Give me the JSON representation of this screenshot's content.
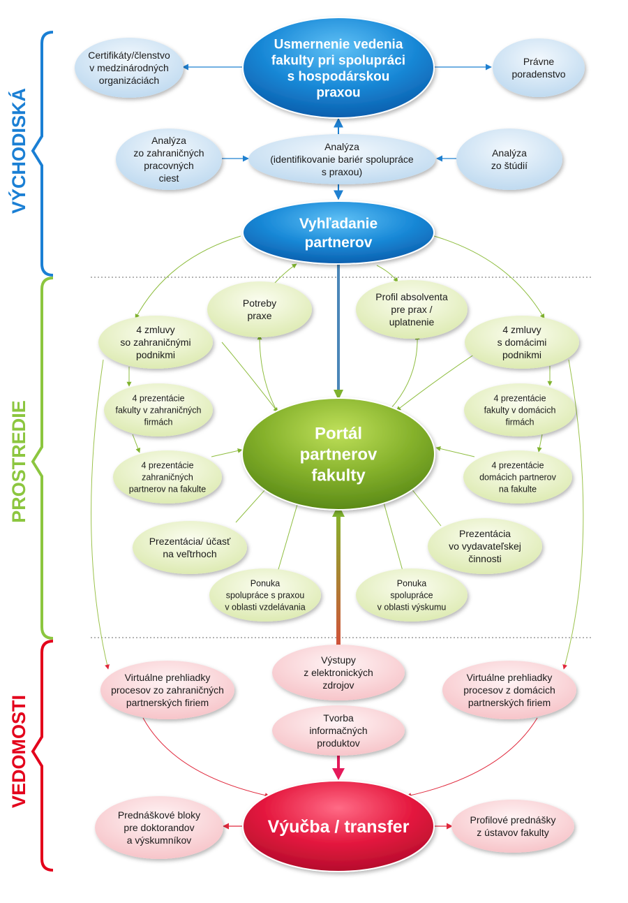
{
  "sections": {
    "vychodiska": {
      "label": "VÝCHODISKÁ",
      "color": "#1a7fd4"
    },
    "prostredie": {
      "label": "PROSTREDIE",
      "color": "#8cc63f"
    },
    "vedomosti": {
      "label": "VEDOMOSTI",
      "color": "#e3001b"
    }
  },
  "nodes": {
    "usmernenie": {
      "lines": [
        "Usmernenie vedenia",
        "fakulty pri spolupráci",
        "s hospodárskou",
        "praxou"
      ]
    },
    "certifikaty": {
      "lines": [
        "Certifikáty/členstvo",
        "v medzinárodných",
        "organizáciách"
      ]
    },
    "pravne": {
      "lines": [
        "Právne",
        "poradenstvo"
      ]
    },
    "analyza_zahr": {
      "lines": [
        "Analýza",
        "zo zahraničných",
        "pracovných",
        "ciest"
      ]
    },
    "analyza_bari": {
      "lines": [
        "Analýza",
        "(identifikovanie bariér spolupráce",
        "s praxou)"
      ]
    },
    "analyza_studii": {
      "lines": [
        "Analýza",
        "zo štúdií"
      ]
    },
    "vyhladanie": {
      "lines": [
        "Vyhľadanie",
        "partnerov"
      ]
    },
    "potreby": {
      "lines": [
        "Potreby",
        "praxe"
      ]
    },
    "profil": {
      "lines": [
        "Profil absolventa",
        "pre prax /",
        "uplatnenie"
      ]
    },
    "zmluvy_zahr": {
      "lines": [
        "4 zmluvy",
        "so zahraničnými",
        "podnikmi"
      ]
    },
    "zmluvy_dom": {
      "lines": [
        "4 zmluvy",
        "s domácimi",
        "podnikmi"
      ]
    },
    "prez_fak_zahr": {
      "lines": [
        "4 prezentácie",
        "fakulty v zahraničných",
        "firmách"
      ]
    },
    "prez_fak_dom": {
      "lines": [
        "4 prezentácie",
        "fakulty v domácich",
        "firmách"
      ]
    },
    "portal": {
      "lines": [
        "Portál",
        "partnerov",
        "fakulty"
      ]
    },
    "prez_zahr_part": {
      "lines": [
        "4 prezentácie",
        "zahraničných",
        "partnerov na fakulte"
      ]
    },
    "prez_dom_part": {
      "lines": [
        "4 prezentácie",
        "domácich partnerov",
        "na fakulte"
      ]
    },
    "veltrhy": {
      "lines": [
        "Prezentácia/ účasť",
        "na veľtrhoch"
      ]
    },
    "vydavatelska": {
      "lines": [
        "Prezentácia",
        "vo vydavateľskej",
        "činnosti"
      ]
    },
    "ponuka_vzdel": {
      "lines": [
        "Ponuka",
        "spolupráce s praxou",
        "v oblasti vzdelávania"
      ]
    },
    "ponuka_vysk": {
      "lines": [
        "Ponuka",
        "spolupráce",
        "v oblasti výskumu"
      ]
    },
    "virt_zahr": {
      "lines": [
        "Virtuálne prehliadky",
        "procesov zo zahraničných",
        "partnerských firiem"
      ]
    },
    "vystupy": {
      "lines": [
        "Výstupy",
        "z elektronických",
        "zdrojov"
      ]
    },
    "virt_dom": {
      "lines": [
        "Virtuálne prehliadky",
        "procesov z domácich",
        "partnerských firiem"
      ]
    },
    "tvorba": {
      "lines": [
        "Tvorba",
        "informačných",
        "produktov"
      ]
    },
    "vyucba": {
      "lines": [
        "Výučba / transfer"
      ]
    },
    "prednaskove": {
      "lines": [
        "Prednáškové bloky",
        "pre doktorandov",
        "a výskumníkov"
      ]
    },
    "profilove": {
      "lines": [
        "Profilové prednášky",
        "z ústavov fakulty"
      ]
    }
  }
}
